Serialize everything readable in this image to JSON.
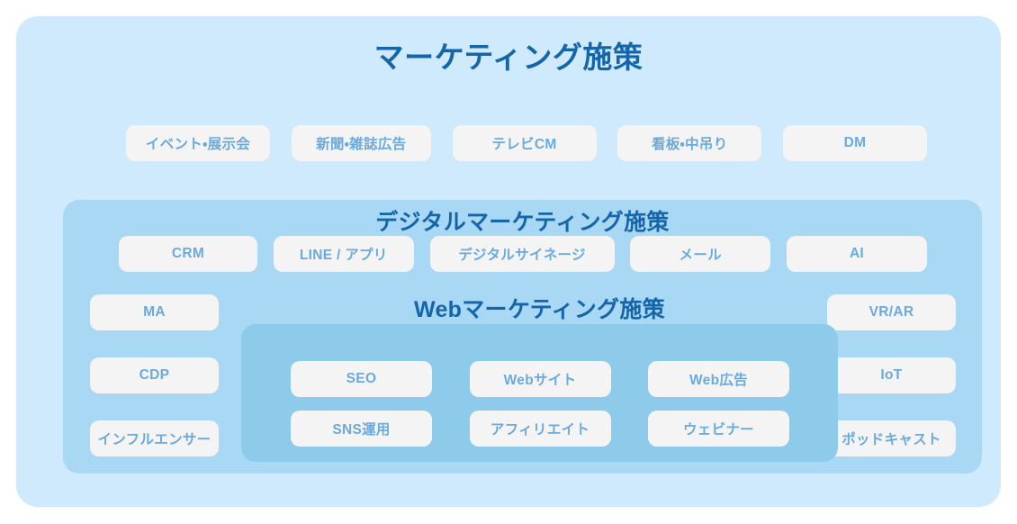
{
  "diagram": {
    "outer": {
      "title": "マーケティング施策",
      "title_color": "#1565ab",
      "background": "#cfeafc",
      "items": [
        {
          "label": "イベント・展示会"
        },
        {
          "label": "新聞・雑誌広告"
        },
        {
          "label": "テレビCM"
        },
        {
          "label": "看板・中吊り"
        },
        {
          "label": "DM"
        }
      ]
    },
    "digital": {
      "title": "デジタルマーケティング施策",
      "background": "#a9d8f5",
      "top_items": [
        {
          "label": "CRM"
        },
        {
          "label": "LINE / アプリ"
        },
        {
          "label": "デジタルサイネージ"
        },
        {
          "label": "メール"
        },
        {
          "label": "AI"
        }
      ],
      "left_items": [
        {
          "label": "MA"
        },
        {
          "label": "CDP"
        },
        {
          "label": "インフルエンサー"
        }
      ],
      "right_items": [
        {
          "label": "VR/AR"
        },
        {
          "label": "IoT"
        },
        {
          "label": "ポッドキャスト"
        }
      ]
    },
    "web": {
      "title": "Webマーケティング施策",
      "background": "#8ecbeb",
      "rows": [
        [
          {
            "label": "SEO"
          },
          {
            "label": "Webサイト"
          },
          {
            "label": "Web広告"
          }
        ],
        [
          {
            "label": "SNS運用"
          },
          {
            "label": "アフィリエイト"
          },
          {
            "label": "ウェビナー"
          }
        ]
      ]
    },
    "chip_style": {
      "background": "#f5f4f4",
      "text_color": "#6aaade"
    }
  }
}
